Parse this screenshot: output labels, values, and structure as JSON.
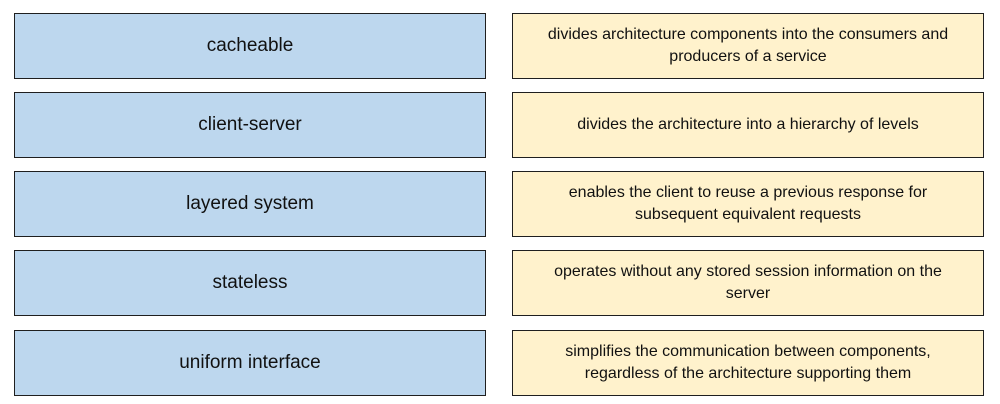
{
  "terms": [
    {
      "label": "cacheable"
    },
    {
      "label": "client-server"
    },
    {
      "label": "layered system"
    },
    {
      "label": "stateless"
    },
    {
      "label": "uniform interface"
    }
  ],
  "definitions": [
    {
      "text": "divides architecture components into the consumers and producers of a service"
    },
    {
      "text": "divides the architecture into a hierarchy of levels"
    },
    {
      "text": "enables the client to reuse a previous response for subsequent equivalent requests"
    },
    {
      "text": "operates without any stored session information on the server"
    },
    {
      "text": "simplifies the communication between components, regardless of the architecture supporting them"
    }
  ],
  "colors": {
    "term_fill": "#bdd7ee",
    "definition_fill": "#fff2cc",
    "border": "#1f1f1f"
  }
}
